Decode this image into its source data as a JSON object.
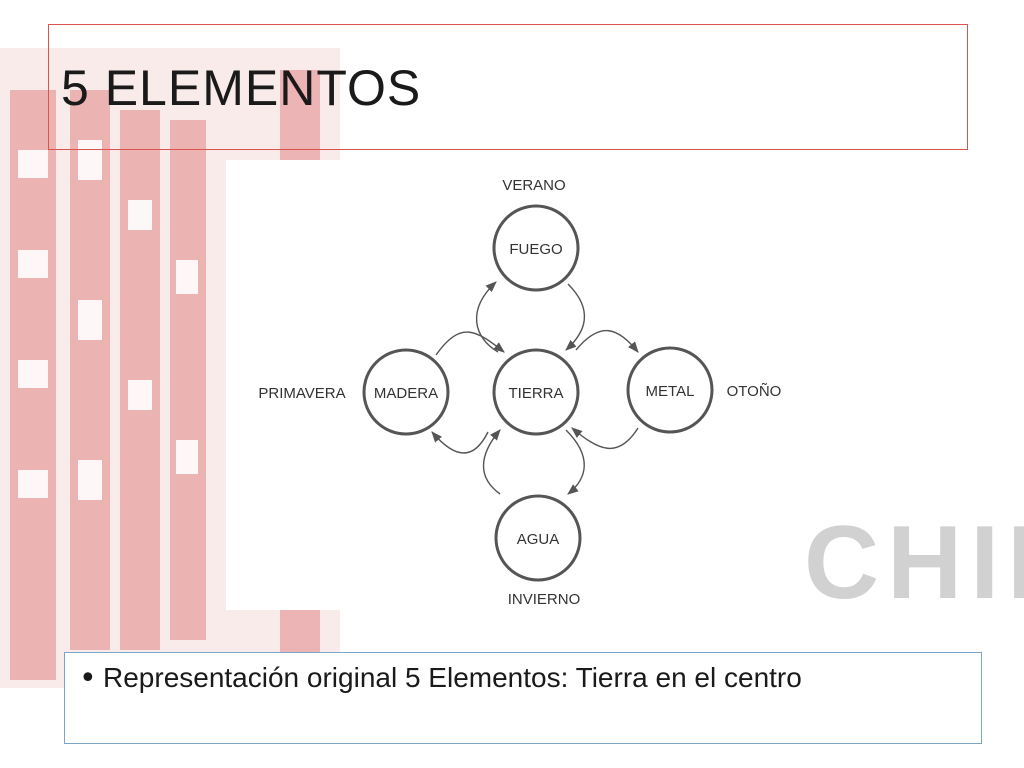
{
  "slide": {
    "title": "5 ELEMENTOS",
    "watermark_text": "CHINA",
    "bullet_text": "Representación original 5 Elementos: Tierra en el centro"
  },
  "diagram": {
    "nodes": {
      "fuego": "FUEGO",
      "tierra": "TIERRA",
      "madera": "MADERA",
      "metal": "METAL",
      "agua": "AGUA"
    },
    "seasons": {
      "verano": "VERANO",
      "primavera": "PRIMAVERA",
      "otono": "OTOÑO",
      "invierno": "INVIERNO"
    }
  },
  "colors": {
    "background_watermark": "#e8a9a8",
    "title_border": "#d9534f",
    "bullet_border": "#7aa6c9",
    "node_stroke": "#555555"
  }
}
